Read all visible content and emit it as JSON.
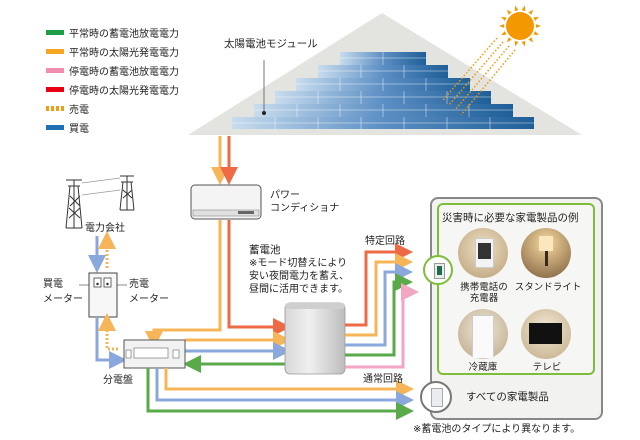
{
  "legend": [
    {
      "label": "平常時の蓄電池放電電力",
      "color": "#1e9e46",
      "style": "solid"
    },
    {
      "label": "平常時の太陽光発電電力",
      "color": "#f5a623",
      "style": "solid"
    },
    {
      "label": "停電時の蓄電池放電電力",
      "color": "#f28cb1",
      "style": "solid"
    },
    {
      "label": "停電時の太陽光発電電力",
      "color": "#e60012",
      "style": "solid"
    },
    {
      "label": "売電",
      "color": "#f39c12",
      "style": "dotted"
    },
    {
      "label": "買電",
      "color": "#1f6fb5",
      "style": "solid"
    }
  ],
  "labels": {
    "solar_module": "太陽電池モジュール",
    "power_conditioner_line1": "パワー",
    "power_conditioner_line2": "コンディショナ",
    "power_company": "電力会社",
    "buy_meter_line1": "買電",
    "buy_meter_line2": "メーター",
    "sell_meter_line1": "売電",
    "sell_meter_line2": "メーター",
    "battery_title": "蓄電池",
    "battery_note_line1": "※モード切替えにより",
    "battery_note_line2": "安い夜間電力を蓄え、",
    "battery_note_line3": "昼間に活用できます。",
    "distribution_board": "分電盤",
    "specific_circuit": "特定回路",
    "normal_circuit": "通常回路",
    "footnote": "※蓄電池のタイプにより異なります。"
  },
  "panel": {
    "title": "災害時に必要な家電製品の例",
    "appliances": [
      {
        "name": "phone-charger",
        "label_line1": "携帯電話の",
        "label_line2": "充電器"
      },
      {
        "name": "stand-light",
        "label_line1": "スタンドライト",
        "label_line2": ""
      },
      {
        "name": "refrigerator",
        "label_line1": "冷蔵庫",
        "label_line2": ""
      },
      {
        "name": "television",
        "label_line1": "テレビ",
        "label_line2": ""
      }
    ],
    "all_appliances": "すべての家電製品"
  },
  "colors": {
    "green": "#5aaa4a",
    "orange": "#f7b55a",
    "pink": "#f2a6c4",
    "red": "#ee6a45",
    "blue": "#8aa8dc",
    "sell_dotted": "#f7b55a",
    "roof": "#e3e3e0",
    "sun": "#f39800",
    "panel_green": "#7dbd3a"
  }
}
